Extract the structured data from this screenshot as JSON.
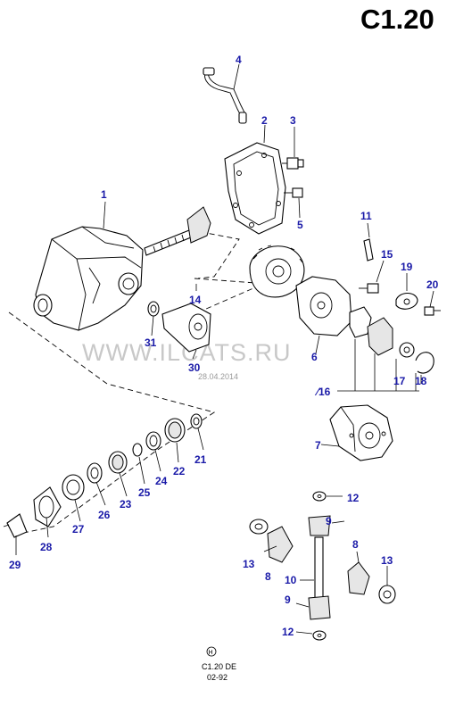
{
  "page_code": "C1.20",
  "watermark": "WWW.ILCATS.RU",
  "watermark_date": "28.04.2014",
  "footer": {
    "symbol": "H",
    "code": "C1.20 DE",
    "date": "02-92"
  },
  "part_numbers": [
    {
      "id": "p1",
      "text": "1"
    },
    {
      "id": "p2",
      "text": "2"
    },
    {
      "id": "p3",
      "text": "3"
    },
    {
      "id": "p4",
      "text": "4"
    },
    {
      "id": "p5",
      "text": "5"
    },
    {
      "id": "p6",
      "text": "6"
    },
    {
      "id": "p7",
      "text": "7"
    },
    {
      "id": "p8a",
      "text": "8"
    },
    {
      "id": "p8b",
      "text": "8"
    },
    {
      "id": "p9a",
      "text": "9"
    },
    {
      "id": "p9b",
      "text": "9"
    },
    {
      "id": "p10",
      "text": "10"
    },
    {
      "id": "p11",
      "text": "11"
    },
    {
      "id": "p12a",
      "text": "12"
    },
    {
      "id": "p12b",
      "text": "12"
    },
    {
      "id": "p13a",
      "text": "13"
    },
    {
      "id": "p13b",
      "text": "13"
    },
    {
      "id": "p14",
      "text": "14"
    },
    {
      "id": "p15",
      "text": "15"
    },
    {
      "id": "p16",
      "text": "⁄16"
    },
    {
      "id": "p17",
      "text": "17"
    },
    {
      "id": "p18",
      "text": "18"
    },
    {
      "id": "p19",
      "text": "19"
    },
    {
      "id": "p20",
      "text": "20"
    },
    {
      "id": "p21",
      "text": "21"
    },
    {
      "id": "p22",
      "text": "22"
    },
    {
      "id": "p23",
      "text": "23"
    },
    {
      "id": "p24",
      "text": "24"
    },
    {
      "id": "p25",
      "text": "25"
    },
    {
      "id": "p26",
      "text": "26"
    },
    {
      "id": "p27",
      "text": "27"
    },
    {
      "id": "p28",
      "text": "28"
    },
    {
      "id": "p29",
      "text": "29"
    },
    {
      "id": "p30",
      "text": "30"
    },
    {
      "id": "p31",
      "text": "31"
    }
  ]
}
